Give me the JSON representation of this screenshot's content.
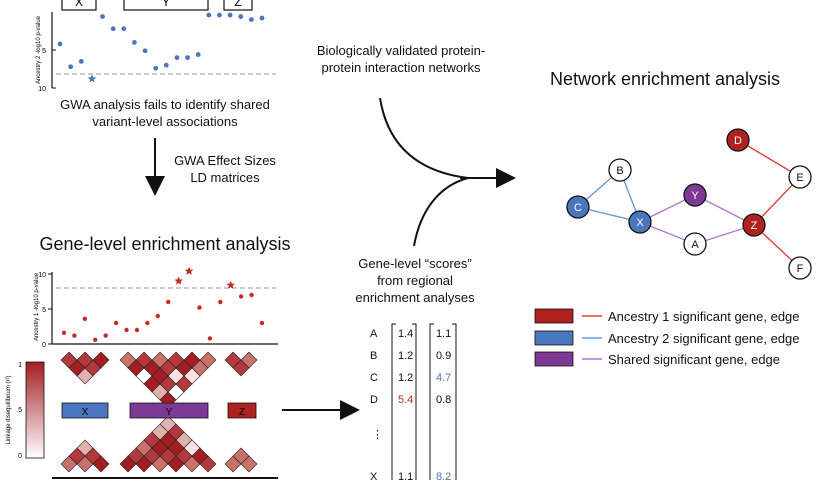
{
  "top_plot": {
    "labels": [
      "X",
      "Y",
      "Z"
    ],
    "ylabel": "Ancestry 2 -log10 p-value",
    "ticks": [
      "5",
      "10"
    ],
    "points": [
      5.8,
      2.8,
      3.5,
      1.2,
      9.4,
      7.8,
      7.8,
      6.0,
      4.9,
      2.6,
      3.0,
      4.0,
      4.0,
      4.4,
      9.6,
      9.6,
      9.6,
      9.4,
      9.0,
      9.2
    ],
    "star_index": 3,
    "caption": "GWA analysis fails to identify shared variant-level associations"
  },
  "arrow_down": {
    "label": "GWA Effect Sizes LD matrices"
  },
  "gene_level": {
    "title": "Gene-level enrichment analysis",
    "ylabel": "Ancestry 1 -log10 p-value",
    "ticks": [
      "10",
      "5",
      "0"
    ],
    "points": [
      1.6,
      1.2,
      3.6,
      0.6,
      1.2,
      3.0,
      2.0,
      2.0,
      3.0,
      4.0,
      6.0,
      9.0,
      10.4,
      5.2,
      0.8,
      6.0,
      8.4,
      6.8,
      7.0,
      3.0
    ],
    "star_indices": [
      11,
      12,
      16
    ],
    "ld_label": "Linkage disequilibrium (r²)",
    "ld_ticks": [
      "1",
      ".5",
      "0"
    ],
    "genes": [
      "X",
      "Y",
      "Z"
    ]
  },
  "ppi": {
    "label": "Biologically validated protein-protein interaction networks"
  },
  "scores": {
    "label": "Gene-level “scores” from regional enrichment analyses",
    "rows": [
      {
        "gene": "A",
        "col1": "1.4",
        "col2": "1.1"
      },
      {
        "gene": "B",
        "col1": "1.2",
        "col2": "0.9"
      },
      {
        "gene": "C",
        "col1": "1.2",
        "col2": "4.7"
      },
      {
        "gene": "D",
        "col1": "5.4",
        "col2": "0.8"
      },
      {
        "gene": "⋮",
        "col1": "",
        "col2": ""
      },
      {
        "gene": "X",
        "col1": "1.1",
        "col2": "8.2"
      }
    ]
  },
  "network": {
    "title": "Network enrichment analysis",
    "nodes": [
      "D",
      "B",
      "E",
      "Y",
      "C",
      "X",
      "Z",
      "A",
      "F"
    ]
  },
  "legend": {
    "items": [
      {
        "label": "Ancestry 1 significant gene, edge",
        "color": "#b0221f"
      },
      {
        "label": "Ancestry 2 significant gene, edge",
        "color": "#4a76c0"
      },
      {
        "label": "Shared significant gene, edge",
        "color": "#7c3a96"
      }
    ]
  },
  "colors": {
    "ancestry1": "#b0221f",
    "ancestry2": "#4a76c0",
    "shared": "#7c3a96",
    "ancestry1_line": "#d9443a",
    "ancestry2_line": "#6a9ad8",
    "shared_line": "#b27ad0"
  }
}
